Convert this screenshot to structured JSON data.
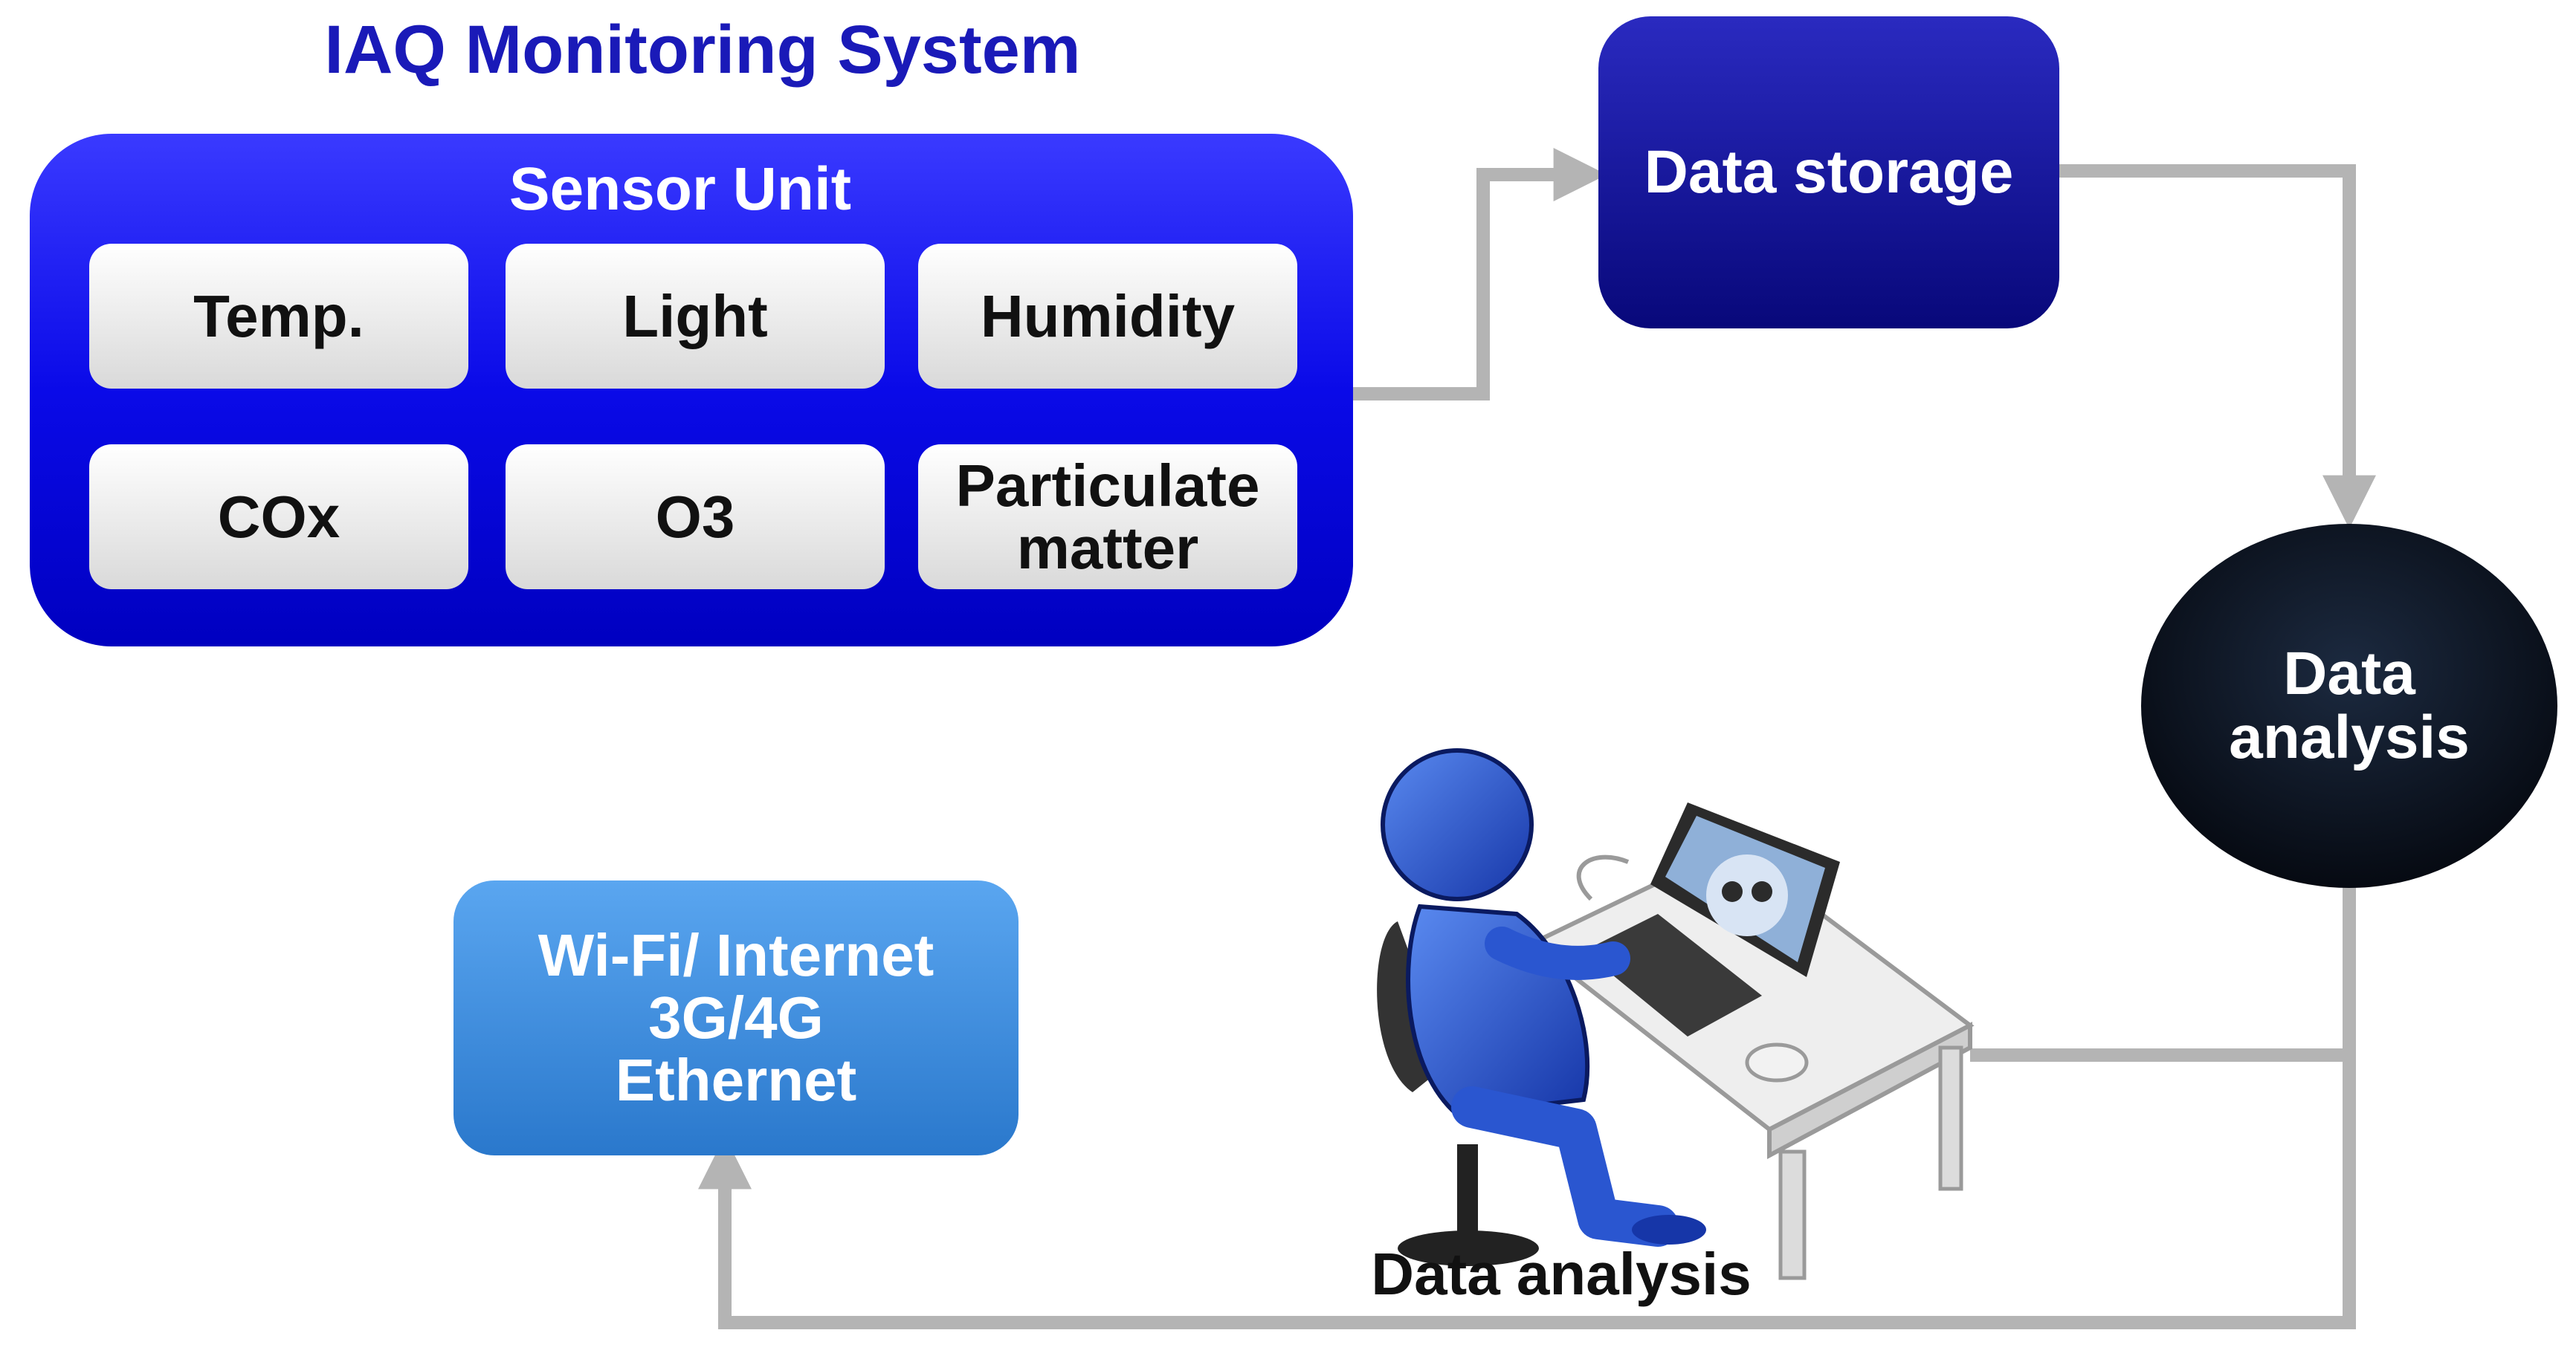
{
  "diagram": {
    "title": "IAQ Monitoring System",
    "sensor_unit": {
      "title": "Sensor Unit",
      "sensors": [
        {
          "label": "Temp."
        },
        {
          "label": "Light"
        },
        {
          "label": "Humidity"
        },
        {
          "label": "COx"
        },
        {
          "label": "O3"
        },
        {
          "label": "Particulate matter"
        }
      ]
    },
    "storage": {
      "label": "Data storage"
    },
    "analysis_node": {
      "line1": "Data",
      "line2": "analysis"
    },
    "network": {
      "line1": "Wi-Fi/ Internet",
      "line2": "3G/4G",
      "line3": "Ethernet"
    },
    "caption": "Data analysis",
    "icons": [
      "analyst-at-computer-icon"
    ],
    "colors": {
      "title": "#1a1ab8",
      "sensor_unit": "#0a0ae8",
      "storage": "#0d0d9e",
      "analysis_node": "#0c1424",
      "network": "#3a8ee0",
      "connector": "#b4b4b4",
      "sensor_cell": "#f4f4f4"
    }
  }
}
